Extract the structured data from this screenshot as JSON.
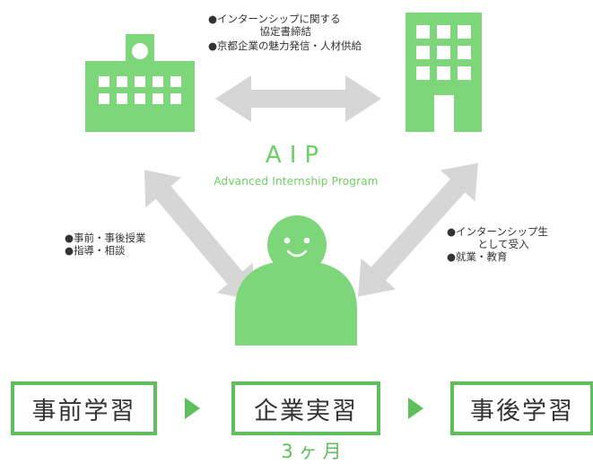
{
  "top_notes": [
    "●インターンシップに関する\n　　　　　協定書締結",
    "●京都企業の魅力発信・人材供給"
  ],
  "left_notes": [
    "●事前・事後授業",
    "●指導・相談"
  ],
  "right_notes": [
    "●インターンシップ生\n　　　として受入",
    "●就業・教育"
  ],
  "center_title": "AIP",
  "center_subtitle": "Advanced Internship Program",
  "steps": [
    "事前学習",
    "企業実習",
    "事後学習"
  ],
  "duration": "3ヶ月",
  "colors": {
    "green": "#7ed67a",
    "border_green": "#5ec05a",
    "arrow_gray": "#d6d6d6"
  }
}
